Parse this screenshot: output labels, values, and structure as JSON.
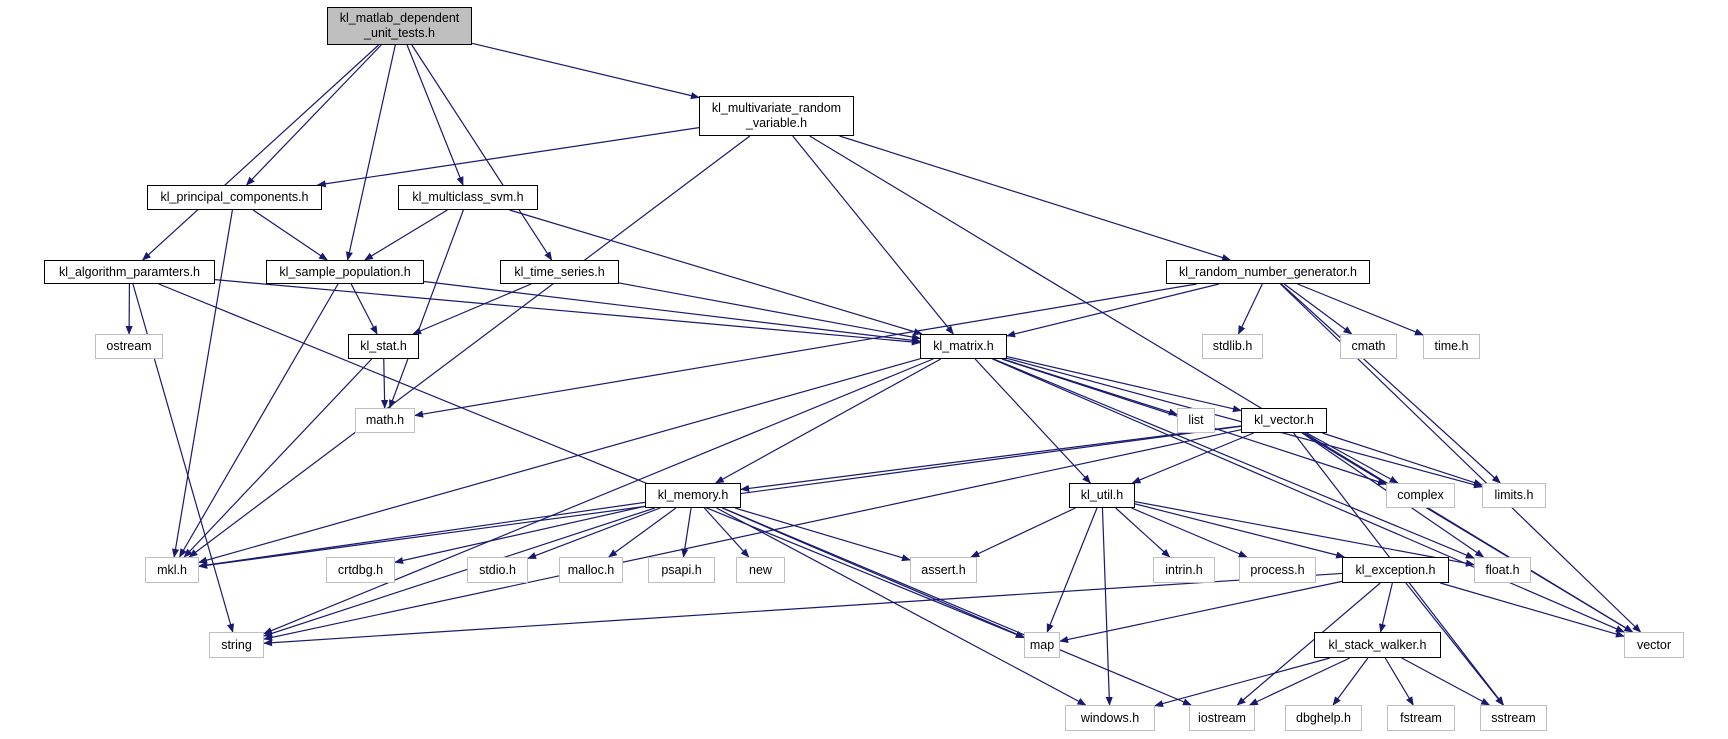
{
  "title": "kl_matlab_dependent_unit_tests.h include dependency graph",
  "colors": {
    "edge": "#191970",
    "local_border": "#000000",
    "system_border": "#bfbfbf",
    "root_fill": "#bfbfbf"
  },
  "nodes": {
    "matlab": {
      "label": "kl_matlab_dependent\n_unit_tests.h",
      "kind": "root"
    },
    "multivariate": {
      "label": "kl_multivariate_random\n_variable.h",
      "kind": "local"
    },
    "principal": {
      "label": "kl_principal_components.h",
      "kind": "local"
    },
    "multiclass": {
      "label": "kl_multiclass_svm.h",
      "kind": "local"
    },
    "algorithm": {
      "label": "kl_algorithm_paramters.h",
      "kind": "local"
    },
    "sample": {
      "label": "kl_sample_population.h",
      "kind": "local"
    },
    "timeseries": {
      "label": "kl_time_series.h",
      "kind": "local"
    },
    "random": {
      "label": "kl_random_number_generator.h",
      "kind": "local"
    },
    "ostream": {
      "label": "ostream",
      "kind": "system"
    },
    "stat": {
      "label": "kl_stat.h",
      "kind": "local"
    },
    "matrix": {
      "label": "kl_matrix.h",
      "kind": "local"
    },
    "stdlib": {
      "label": "stdlib.h",
      "kind": "system"
    },
    "cmath": {
      "label": "cmath",
      "kind": "system"
    },
    "time": {
      "label": "time.h",
      "kind": "system"
    },
    "math": {
      "label": "math.h",
      "kind": "system"
    },
    "list": {
      "label": "list",
      "kind": "system"
    },
    "vectorh": {
      "label": "kl_vector.h",
      "kind": "local"
    },
    "memory": {
      "label": "kl_memory.h",
      "kind": "local"
    },
    "util": {
      "label": "kl_util.h",
      "kind": "local"
    },
    "complex": {
      "label": "complex",
      "kind": "system"
    },
    "limits": {
      "label": "limits.h",
      "kind": "system"
    },
    "mkl": {
      "label": "mkl.h",
      "kind": "system"
    },
    "crtdbg": {
      "label": "crtdbg.h",
      "kind": "system"
    },
    "stdio": {
      "label": "stdio.h",
      "kind": "system"
    },
    "malloc": {
      "label": "malloc.h",
      "kind": "system"
    },
    "psapi": {
      "label": "psapi.h",
      "kind": "system"
    },
    "new": {
      "label": "new",
      "kind": "system"
    },
    "assert": {
      "label": "assert.h",
      "kind": "system"
    },
    "intrin": {
      "label": "intrin.h",
      "kind": "system"
    },
    "process": {
      "label": "process.h",
      "kind": "system"
    },
    "exception": {
      "label": "kl_exception.h",
      "kind": "local"
    },
    "float": {
      "label": "float.h",
      "kind": "system"
    },
    "string": {
      "label": "string",
      "kind": "system"
    },
    "map": {
      "label": "map",
      "kind": "system"
    },
    "stackwalker": {
      "label": "kl_stack_walker.h",
      "kind": "local"
    },
    "vector": {
      "label": "vector",
      "kind": "system"
    },
    "windows": {
      "label": "windows.h",
      "kind": "system"
    },
    "iostream": {
      "label": "iostream",
      "kind": "system"
    },
    "dbghelp": {
      "label": "dbghelp.h",
      "kind": "system"
    },
    "fstream": {
      "label": "fstream",
      "kind": "system"
    },
    "sstream": {
      "label": "sstream",
      "kind": "system"
    }
  },
  "edges": [
    [
      "matlab",
      "algorithm"
    ],
    [
      "matlab",
      "principal"
    ],
    [
      "matlab",
      "sample"
    ],
    [
      "matlab",
      "multiclass"
    ],
    [
      "matlab",
      "timeseries"
    ],
    [
      "matlab",
      "multivariate"
    ],
    [
      "multivariate",
      "principal"
    ],
    [
      "multivariate",
      "mkl"
    ],
    [
      "multivariate",
      "matrix"
    ],
    [
      "multivariate",
      "random"
    ],
    [
      "multivariate",
      "vector"
    ],
    [
      "principal",
      "mkl"
    ],
    [
      "principal",
      "sample"
    ],
    [
      "multiclass",
      "sample"
    ],
    [
      "multiclass",
      "math"
    ],
    [
      "multiclass",
      "matrix"
    ],
    [
      "algorithm",
      "ostream"
    ],
    [
      "algorithm",
      "string"
    ],
    [
      "algorithm",
      "map"
    ],
    [
      "algorithm",
      "matrix"
    ],
    [
      "sample",
      "stat"
    ],
    [
      "sample",
      "mkl"
    ],
    [
      "sample",
      "matrix"
    ],
    [
      "timeseries",
      "stat"
    ],
    [
      "timeseries",
      "matrix"
    ],
    [
      "stat",
      "math"
    ],
    [
      "stat",
      "mkl"
    ],
    [
      "random",
      "math"
    ],
    [
      "random",
      "matrix"
    ],
    [
      "random",
      "stdlib"
    ],
    [
      "random",
      "cmath"
    ],
    [
      "random",
      "time"
    ],
    [
      "random",
      "limits"
    ],
    [
      "random",
      "vector"
    ],
    [
      "matrix",
      "mkl"
    ],
    [
      "matrix",
      "string"
    ],
    [
      "matrix",
      "memory"
    ],
    [
      "matrix",
      "util"
    ],
    [
      "matrix",
      "list"
    ],
    [
      "matrix",
      "vectorh"
    ],
    [
      "matrix",
      "complex"
    ],
    [
      "matrix",
      "limits"
    ],
    [
      "matrix",
      "float"
    ],
    [
      "matrix",
      "vector"
    ],
    [
      "vectorh",
      "mkl"
    ],
    [
      "vectorh",
      "string"
    ],
    [
      "vectorh",
      "memory"
    ],
    [
      "vectorh",
      "util"
    ],
    [
      "vectorh",
      "complex"
    ],
    [
      "vectorh",
      "limits"
    ],
    [
      "vectorh",
      "float"
    ],
    [
      "vectorh",
      "sstream"
    ],
    [
      "vectorh",
      "vector"
    ],
    [
      "memory",
      "mkl"
    ],
    [
      "memory",
      "string"
    ],
    [
      "memory",
      "crtdbg"
    ],
    [
      "memory",
      "stdio"
    ],
    [
      "memory",
      "malloc"
    ],
    [
      "memory",
      "psapi"
    ],
    [
      "memory",
      "new"
    ],
    [
      "memory",
      "assert"
    ],
    [
      "memory",
      "map"
    ],
    [
      "memory",
      "windows"
    ],
    [
      "memory",
      "iostream"
    ],
    [
      "util",
      "assert"
    ],
    [
      "util",
      "map"
    ],
    [
      "util",
      "windows"
    ],
    [
      "util",
      "intrin"
    ],
    [
      "util",
      "process"
    ],
    [
      "util",
      "exception"
    ],
    [
      "util",
      "float"
    ],
    [
      "exception",
      "string"
    ],
    [
      "exception",
      "map"
    ],
    [
      "exception",
      "stackwalker"
    ],
    [
      "exception",
      "iostream"
    ],
    [
      "exception",
      "sstream"
    ],
    [
      "exception",
      "vector"
    ],
    [
      "stackwalker",
      "windows"
    ],
    [
      "stackwalker",
      "iostream"
    ],
    [
      "stackwalker",
      "dbghelp"
    ],
    [
      "stackwalker",
      "fstream"
    ],
    [
      "stackwalker",
      "sstream"
    ]
  ]
}
